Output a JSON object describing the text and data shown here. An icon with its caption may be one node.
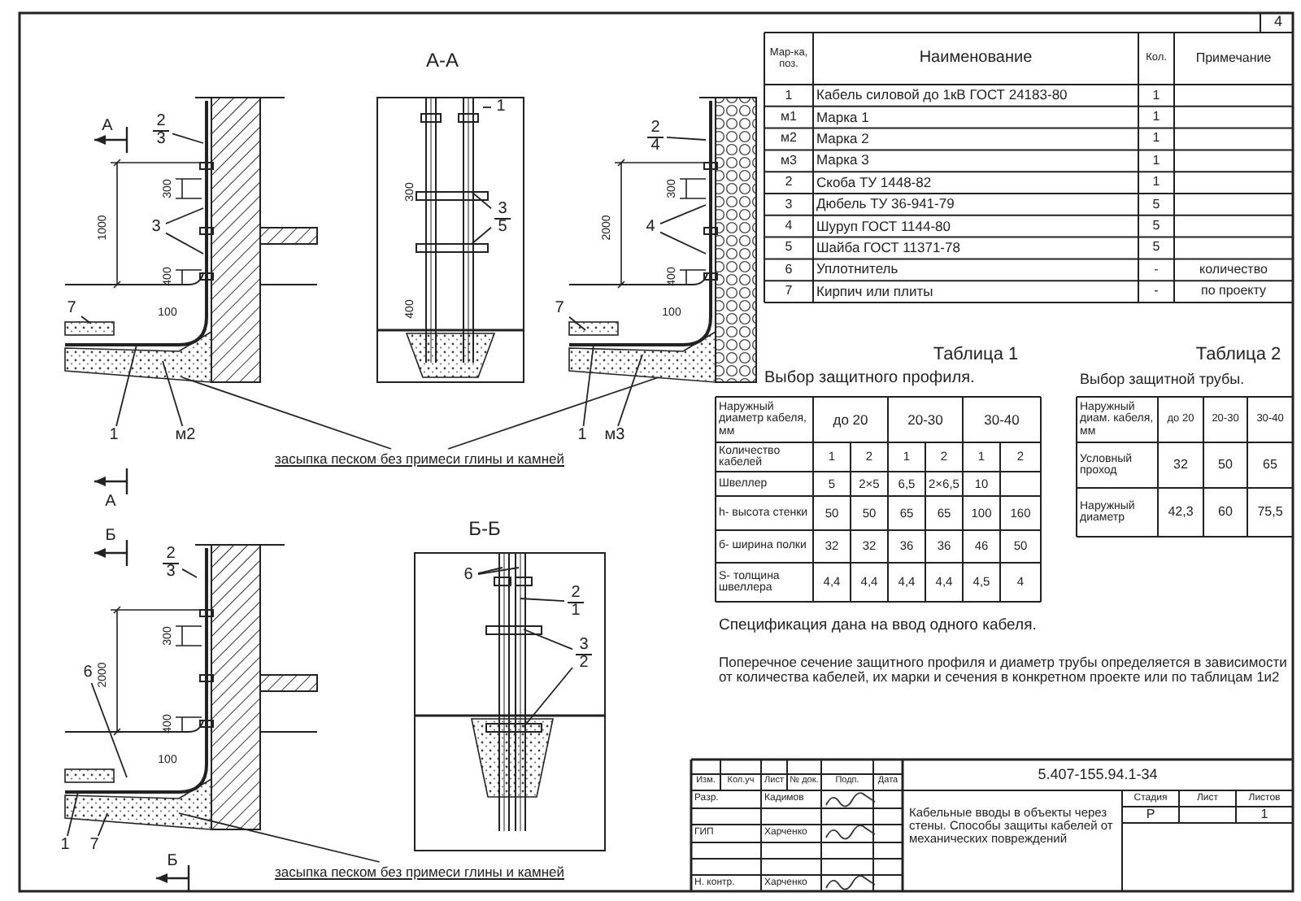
{
  "diagram": {
    "nodes": [
      {
        "text": [
          "2",
          "3"
        ]
      },
      {
        "text": [
          "3"
        ]
      },
      {
        "text": [
          "7"
        ]
      },
      {
        "text": [
          "1"
        ]
      },
      {
        "text": [
          "м2"
        ]
      },
      {
        "text": [
          "1"
        ]
      },
      {
        "text": [
          "3",
          "5"
        ]
      },
      {
        "text": [
          "2",
          "4"
        ]
      },
      {
        "text": [
          "4"
        ]
      },
      {
        "text": [
          "7"
        ]
      },
      {
        "text": [
          "1"
        ]
      },
      {
        "text": [
          "м3"
        ]
      },
      {
        "text": [
          "засыпка песком без примеси глины и камней"
        ]
      },
      {
        "text": [
          "2",
          "3"
        ]
      },
      {
        "text": [
          "6"
        ]
      },
      {
        "text": [
          "1"
        ]
      },
      {
        "text": [
          "7"
        ]
      },
      {
        "text": [
          "засыпка песком без примеси глины и камней"
        ]
      },
      {
        "text": [
          "6"
        ]
      },
      {
        "text": [
          "2",
          "1"
        ]
      },
      {
        "text": [
          "3",
          "2"
        ]
      }
    ],
    "edges": [
      {
        "from": 0,
        "to": null,
        "arrow": "none"
      },
      {
        "from": 1,
        "to": null,
        "arrow": "none"
      },
      {
        "from": 1,
        "to": null,
        "arrow": "none"
      },
      {
        "from": 2,
        "to": null,
        "arrow": "none"
      },
      {
        "from": 3,
        "to": null,
        "arrow": "none"
      },
      {
        "from": 4,
        "to": null,
        "arrow": "none"
      },
      {
        "from": 5,
        "to": null,
        "arrow": "none"
      },
      {
        "from": 6,
        "to": null,
        "arrow": "none"
      },
      {
        "from": 6,
        "to": null,
        "arrow": "none"
      },
      {
        "from": 7,
        "to": null,
        "arrow": "none"
      },
      {
        "from": 8,
        "to": null,
        "arrow": "none"
      },
      {
        "from": 8,
        "to": null,
        "arrow": "none"
      },
      {
        "from": 9,
        "to": null,
        "arrow": "none"
      },
      {
        "from": 10,
        "to": null,
        "arrow": "none"
      },
      {
        "from": 11,
        "to": null,
        "arrow": "none"
      },
      {
        "from": 12,
        "to": null,
        "arrow": "none"
      },
      {
        "from": 12,
        "to": null,
        "arrow": "none"
      },
      {
        "from": 13,
        "to": null,
        "arrow": "none"
      },
      {
        "from": 14,
        "to": null,
        "arrow": "none"
      },
      {
        "from": 15,
        "to": null,
        "arrow": "none"
      },
      {
        "from": 16,
        "to": null,
        "arrow": "none"
      },
      {
        "from": 17,
        "to": null,
        "arrow": "none"
      },
      {
        "from": 18,
        "to": null,
        "arrow": "none"
      },
      {
        "from": 18,
        "to": null,
        "arrow": "none"
      },
      {
        "from": 19,
        "to": null,
        "arrow": "none"
      },
      {
        "from": 20,
        "to": null,
        "arrow": "none"
      },
      {
        "from": 20,
        "to": null,
        "arrow": "none"
      }
    ],
    "labels": [
      "А-А",
      "Б-Б",
      "А",
      "А",
      "Б",
      "Б",
      "300",
      "1000",
      "400",
      "100",
      "300",
      "400",
      "300",
      "2000",
      "400",
      "100",
      "300",
      "2000",
      "400",
      "100",
      "4",
      "Мар-ка, поз.",
      "Наименование",
      "Кол.",
      "Примечание",
      "1",
      "Кабель силовой до 1кВ ГОСТ 24183-80",
      "1",
      "м1",
      "Марка 1",
      "1",
      "м2",
      "Марка 2",
      "1",
      "м3",
      "Марка 3",
      "1",
      "2",
      "Скоба ТУ 1448-82",
      "1",
      "3",
      "Дюбель ТУ 36-941-79",
      "5",
      "4",
      "Шуруп ГОСТ 1144-80",
      "5",
      "5",
      "Шайба ГОСТ 11371-78",
      "5",
      "6",
      "Уплотнитель",
      "-",
      "количество",
      "7",
      "Кирпич или плиты",
      "-",
      "по проекту",
      "Таблица 1",
      "Выбор защитного профиля.",
      "Наружный диаметр кабеля, мм",
      "до 20",
      "20-30",
      "30-40",
      "Количество кабелей",
      "1",
      "2",
      "1",
      "2",
      "1",
      "2",
      "Швеллер",
      "5",
      "2×5",
      "6,5",
      "2×6,5",
      "10",
      "h- высота стенки",
      "50",
      "50",
      "65",
      "65",
      "100",
      "160",
      "б- ширина полки",
      "32",
      "32",
      "36",
      "36",
      "46",
      "50",
      "S- толщина швеллера",
      "4,4",
      "4,4",
      "4,4",
      "4,4",
      "4,5",
      "4",
      "Таблица 2",
      "Выбор защитной трубы.",
      "Наружный диам. кабеля, мм",
      "до 20",
      "20-30",
      "30-40",
      "Условный проход",
      "32",
      "50",
      "65",
      "Наружный диаметр",
      "42,3",
      "60",
      "75,5",
      "Спецификация дана на ввод одного кабеля.",
      "Поперечное сечение защитного профиля и диаметр трубы определяется в зависимости от количества кабелей, их марки и сечения в конкретном проекте или по таблицам 1и2",
      "5.407-155.94.1-34",
      "Изм.",
      "Кол.уч",
      "Лист",
      "№ док.",
      "Подп.",
      "Дата",
      "Разр.",
      "Кадимов",
      "ГИП",
      "Харченко",
      "Н. контр.",
      "Харченко",
      "Кабельные вводы в объекты через стены. Способы защиты кабелей от механических повреждений",
      "Стадия",
      "Лист",
      "Листов",
      "Р",
      "1"
    ]
  }
}
